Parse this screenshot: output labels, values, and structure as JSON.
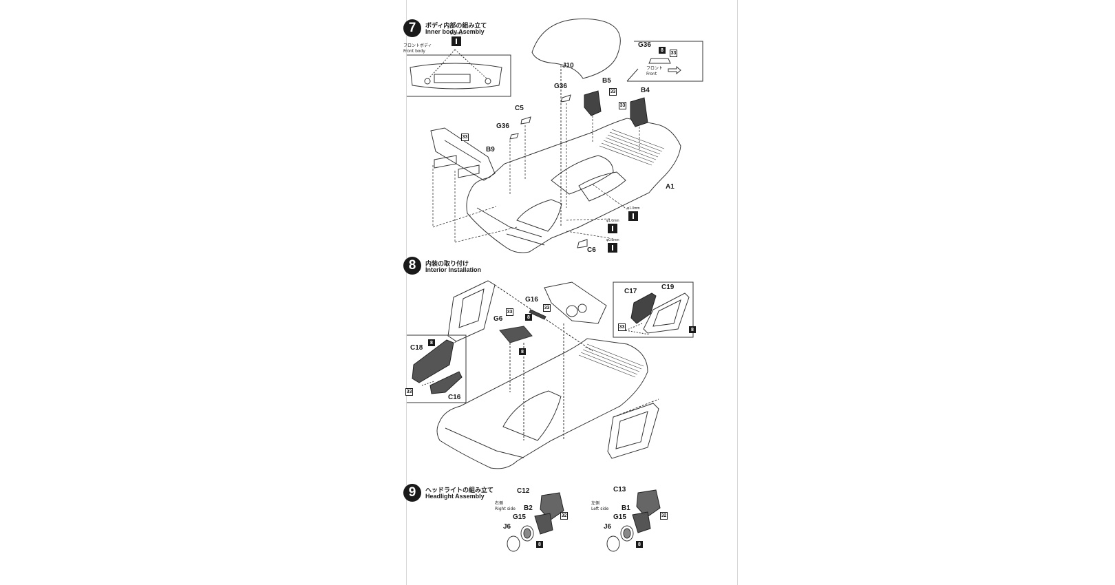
{
  "step7": {
    "number": "7",
    "title_jp": "ボディ内部の組み立て",
    "title_en": "Inner body Asembly",
    "front_body_jp": "フロントボディ",
    "front_body_en": "Front body",
    "drill_top": "φ1.0mm",
    "drill_a": "φ1.0mm",
    "drill_b": "φ1.0mm",
    "drill_c": "φ0.8mm",
    "front_jp": "フロント",
    "front_en": "Front",
    "parts": {
      "j10": "J10",
      "g36_inset": "G36",
      "g36_a": "G36",
      "g36_b": "G36",
      "b5": "B5",
      "b4": "B4",
      "c5": "C5",
      "b9": "B9",
      "a1": "A1",
      "c6": "C6"
    },
    "badges": {
      "b33_inset": "33",
      "b8_inset": "8",
      "b33_b5": "33",
      "b33_b4": "33",
      "b33_b9": "33"
    }
  },
  "step8": {
    "number": "8",
    "title_jp": "内装の取り付け",
    "title_en": "Interior Installation",
    "parts": {
      "g16": "G16",
      "g6": "G6",
      "c17": "C17",
      "c19": "C19",
      "c18": "C18",
      "c16": "C16"
    },
    "badges": {
      "b33_g16": "33",
      "b8_g16": "8",
      "b33_g6": "33",
      "b8_g6": "8",
      "b33_c17": "33",
      "b8_c19": "8",
      "b8_c18": "8",
      "b33_c16": "33"
    }
  },
  "step9": {
    "number": "9",
    "title_jp": "ヘッドライトの組み立て",
    "title_en": "Headlight Assembly",
    "right_jp": "右側",
    "right_en": "Right side",
    "left_jp": "左側",
    "left_en": "Left side",
    "parts": {
      "c12": "C12",
      "b2": "B2",
      "g15_r": "G15",
      "j6_r": "J6",
      "c13": "C13",
      "b1": "B1",
      "g15_l": "G15",
      "j6_l": "J6"
    },
    "badges": {
      "b32_r": "32",
      "b8_r": "8",
      "b32_l": "32",
      "b8_l": "8"
    }
  }
}
